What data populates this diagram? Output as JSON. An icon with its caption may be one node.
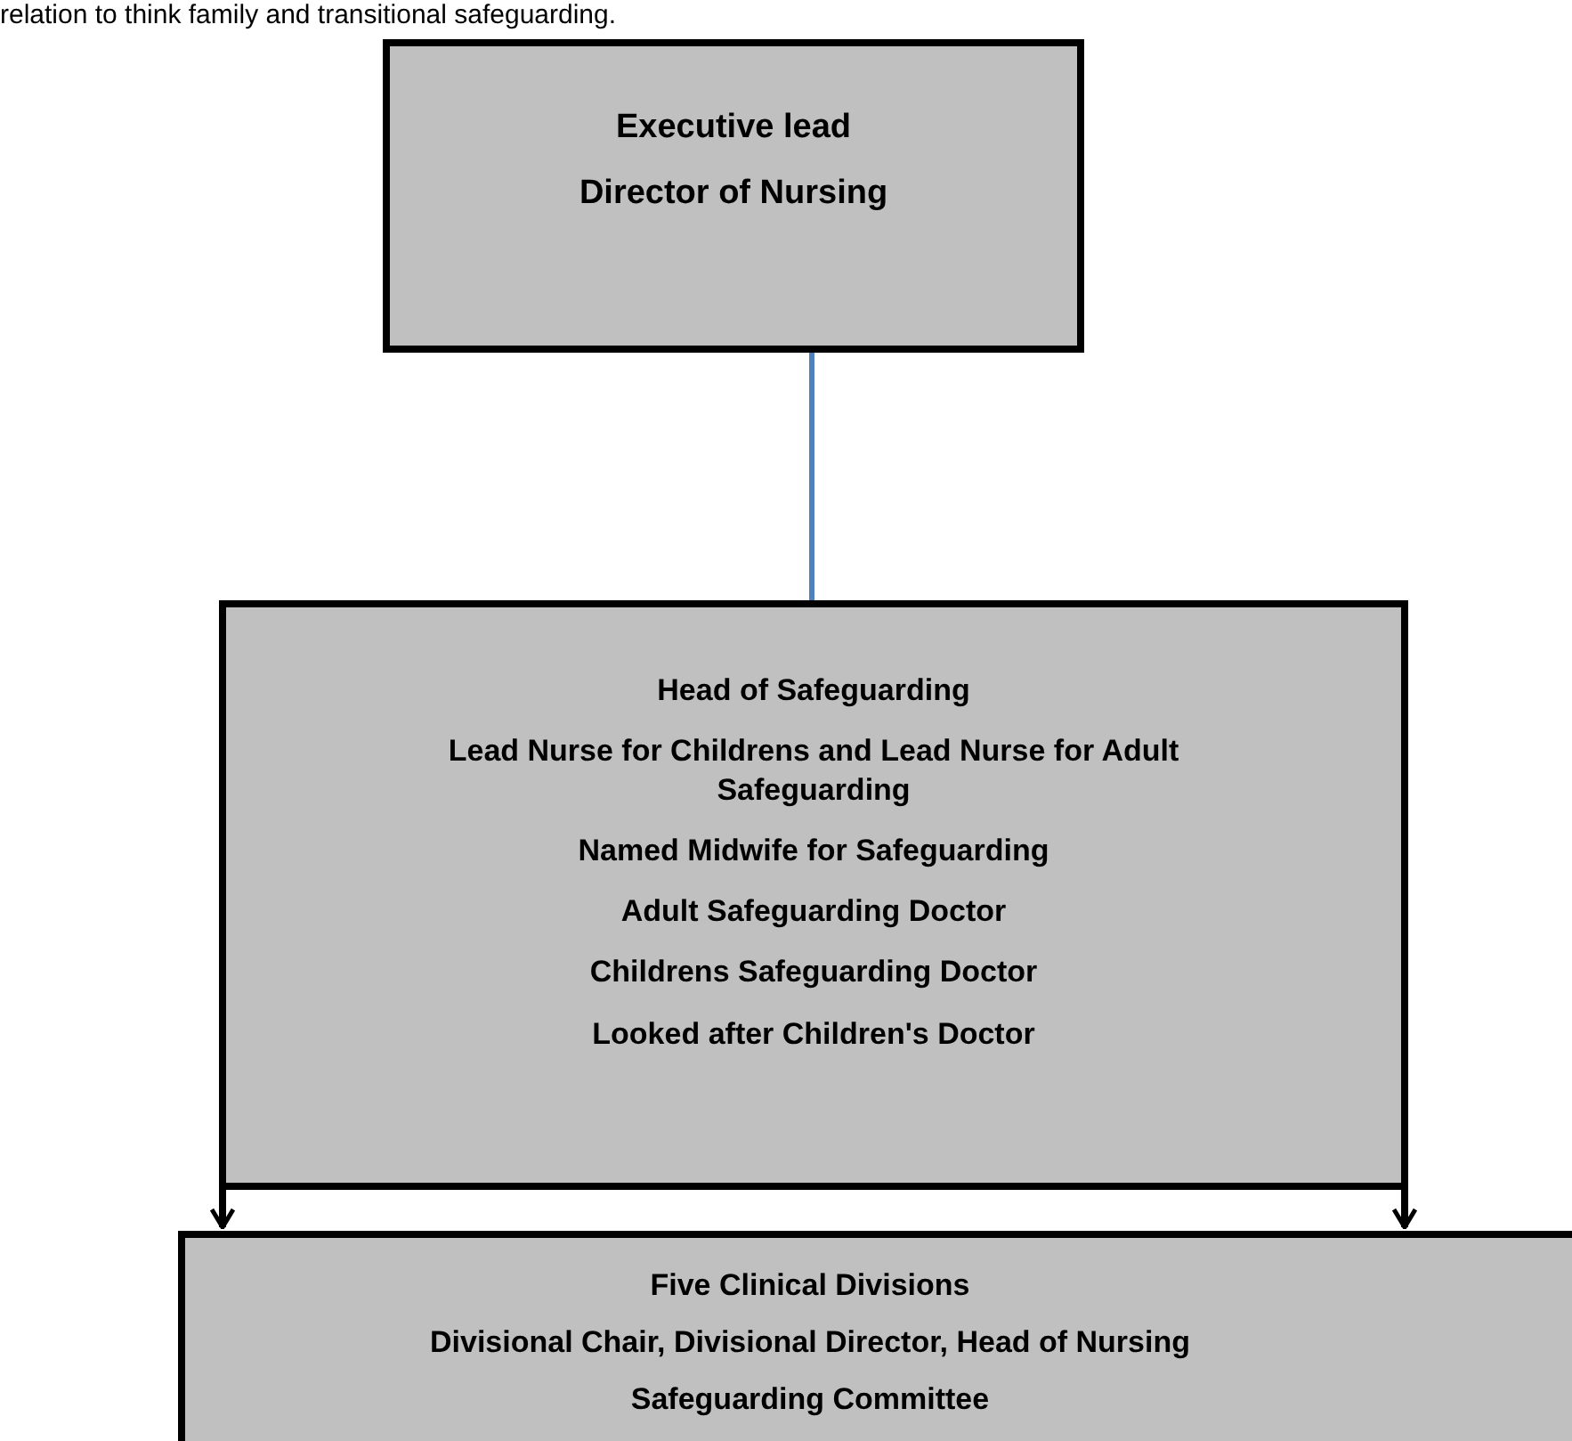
{
  "diagram": {
    "nodes": [
      {
        "text": [
          "Executive lead",
          "Director of Nursing"
        ]
      },
      {
        "text": [
          "Head of Safeguarding",
          "Lead Nurse for Childrens and Lead Nurse for Adult Safeguarding",
          "Named Midwife for Safeguarding",
          "Adult Safeguarding Doctor",
          "Childrens Safeguarding Doctor",
          "Looked after Children's Doctor"
        ]
      },
      {
        "text": [
          "Five Clinical Divisions",
          "Divisional Chair, Divisional Director, Head of Nursing",
          "Safeguarding Committee"
        ]
      }
    ],
    "edges": [
      {
        "from": 0,
        "to": 1,
        "arrow": "none",
        "color": "#4f81bd"
      },
      {
        "from": 1,
        "to": 2,
        "arrow": "to"
      },
      {
        "from": 1,
        "to": 2,
        "arrow": "to"
      }
    ],
    "labels": [
      "relation to think family and transitional safeguarding."
    ]
  }
}
